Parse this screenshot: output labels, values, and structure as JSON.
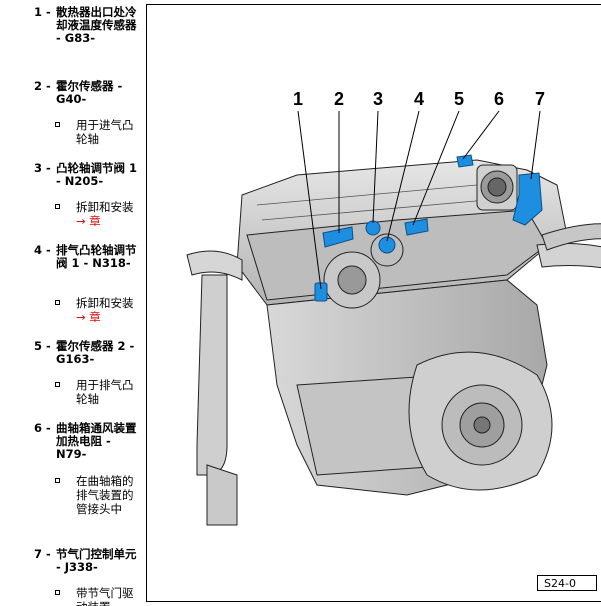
{
  "legend": [
    {
      "num": "1 -",
      "title": "散热器出口处冷却液温度传感器 - G83-",
      "notes": []
    },
    {
      "num": "2 -",
      "title": "霍尔传感器 - G40-",
      "notes": [
        {
          "text": "用于进气凸轮轴",
          "link": ""
        }
      ]
    },
    {
      "num": "3 -",
      "title": "凸轮轴调节阀 1 - N205-",
      "notes": [
        {
          "text": "拆卸和安装",
          "link": "→ 章"
        }
      ]
    },
    {
      "num": "4 -",
      "title": "排气凸轮轴调节阀 1 - N318-",
      "notes": [
        {
          "text": "拆卸和安装",
          "link": "→ 章"
        }
      ]
    },
    {
      "num": "5 -",
      "title": "霍尔传感器 2 - G163-",
      "notes": [
        {
          "text": "用于排气凸轮轴",
          "link": ""
        }
      ]
    },
    {
      "num": "6 -",
      "title": "曲轴箱通风装置加热电阻 - N79-",
      "notes": [
        {
          "text": "在曲轴箱的排气装置的管接头中",
          "link": ""
        }
      ]
    },
    {
      "num": "7 -",
      "title": "节气门控制单元 - J338-",
      "notes": [
        {
          "text": "带节气门驱动装置",
          "link": ""
        }
      ]
    }
  ],
  "figure": {
    "callouts": [
      "1",
      "2",
      "3",
      "4",
      "5",
      "6",
      "7"
    ],
    "code": "S24-0",
    "highlight_color": "#1e8fe0",
    "engine_color": "#c9c9c9"
  }
}
